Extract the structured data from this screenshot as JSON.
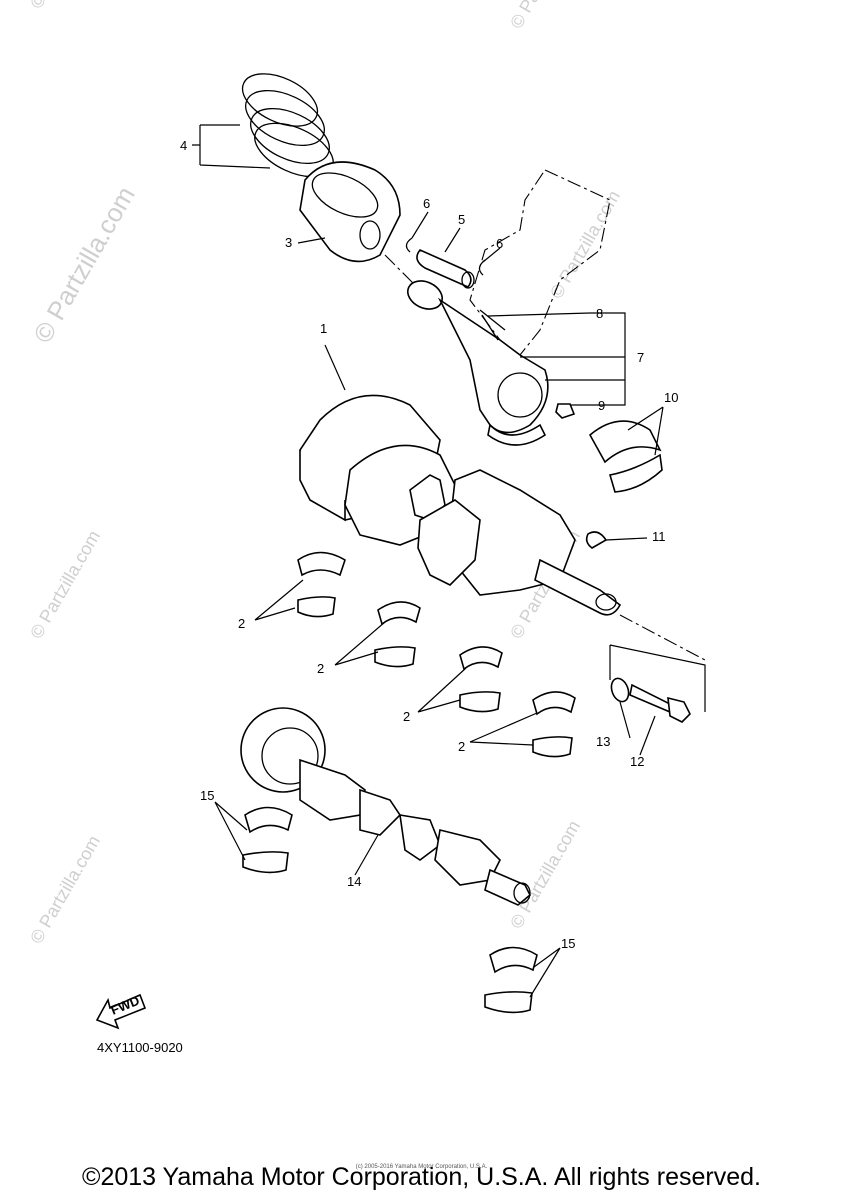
{
  "watermark": {
    "text": "© Partzilla.com",
    "color": "#cfcfcf"
  },
  "callouts": [
    {
      "id": "1",
      "text": "1"
    },
    {
      "id": "2a",
      "text": "2"
    },
    {
      "id": "2b",
      "text": "2"
    },
    {
      "id": "2c",
      "text": "2"
    },
    {
      "id": "2d",
      "text": "2"
    },
    {
      "id": "3",
      "text": "3"
    },
    {
      "id": "4",
      "text": "4"
    },
    {
      "id": "5",
      "text": "5"
    },
    {
      "id": "6a",
      "text": "6"
    },
    {
      "id": "6b",
      "text": "6"
    },
    {
      "id": "7",
      "text": "7"
    },
    {
      "id": "8",
      "text": "8"
    },
    {
      "id": "9",
      "text": "9"
    },
    {
      "id": "10",
      "text": "10"
    },
    {
      "id": "11",
      "text": "11"
    },
    {
      "id": "12",
      "text": "12"
    },
    {
      "id": "13",
      "text": "13"
    },
    {
      "id": "14",
      "text": "14"
    },
    {
      "id": "15a",
      "text": "15"
    },
    {
      "id": "15b",
      "text": "15"
    }
  ],
  "fwd_label": "FWD",
  "part_code": "4XY1100-9020",
  "tiny_copyright": "(c) 2005-2016 Yamaha Motor Corporation, U.S.A.",
  "copyright": "©2013 Yamaha Motor Corporation, U.S.A. All rights reserved."
}
